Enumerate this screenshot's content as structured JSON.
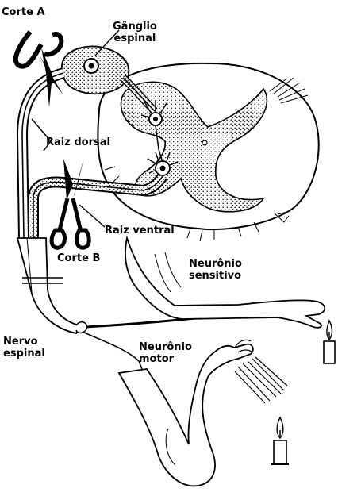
{
  "labels": {
    "corte_a": "Corte A",
    "ganglio_line1": "Gânglio",
    "ganglio_line2": "espinal",
    "raiz_dorsal": "Raiz dorsal",
    "raiz_ventral": "Raiz ventral",
    "corte_b": "Corte B",
    "neuronio_sensitivo_line1": "Neurônio",
    "neuronio_sensitivo_line2": "sensitivo",
    "nervo_espinal_line1": "Nervo",
    "nervo_espinal_line2": "espinal",
    "neuronio_motor_line1": "Neurônio",
    "neuronio_motor_line2": "motor"
  },
  "colors": {
    "ink": "#000000",
    "paper": "#ffffff",
    "stipple": "#000000"
  },
  "icons": {
    "scissors_a": "scissors-icon",
    "scissors_b": "scissors-icon",
    "candle_right": "candle-icon",
    "candle_bottom": "candle-icon"
  }
}
